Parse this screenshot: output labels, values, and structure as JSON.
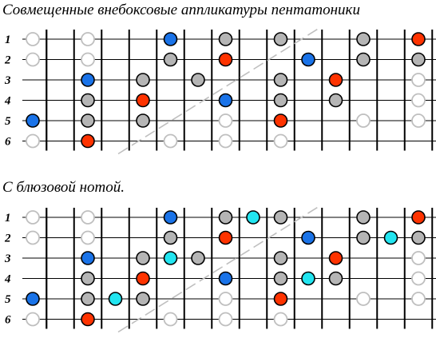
{
  "title_main": "Совмещенные внебоксовые аппликатуры пентатоники",
  "title_blues": "С блюзовой нотой.",
  "string_labels": [
    "1",
    "2",
    "3",
    "4",
    "5",
    "6"
  ],
  "colors": {
    "blue": "#1a73e8",
    "red": "#ff3300",
    "gray": "#b5b5b5",
    "cyan": "#22e5f0",
    "open": "#ffffff",
    "open_stroke": "#bfbfbf",
    "dash": "#bfbfbf"
  },
  "diagrams": [
    {
      "name": "pentatonic",
      "notes": [
        {
          "s": 1,
          "p": 0,
          "c": "open"
        },
        {
          "s": 1,
          "p": 2,
          "c": "open"
        },
        {
          "s": 1,
          "p": 5,
          "c": "blue"
        },
        {
          "s": 1,
          "p": 7,
          "c": "gray"
        },
        {
          "s": 1,
          "p": 9,
          "c": "gray"
        },
        {
          "s": 1,
          "p": 12,
          "c": "gray"
        },
        {
          "s": 1,
          "p": 14,
          "c": "red"
        },
        {
          "s": 2,
          "p": 0,
          "c": "open"
        },
        {
          "s": 2,
          "p": 2,
          "c": "open"
        },
        {
          "s": 2,
          "p": 5,
          "c": "gray"
        },
        {
          "s": 2,
          "p": 7,
          "c": "red"
        },
        {
          "s": 2,
          "p": 10,
          "c": "blue"
        },
        {
          "s": 2,
          "p": 12,
          "c": "gray"
        },
        {
          "s": 2,
          "p": 14,
          "c": "gray"
        },
        {
          "s": 3,
          "p": 2,
          "c": "blue"
        },
        {
          "s": 3,
          "p": 4,
          "c": "gray"
        },
        {
          "s": 3,
          "p": 6,
          "c": "gray"
        },
        {
          "s": 3,
          "p": 9,
          "c": "gray"
        },
        {
          "s": 3,
          "p": 11,
          "c": "red"
        },
        {
          "s": 3,
          "p": 14,
          "c": "open"
        },
        {
          "s": 4,
          "p": 2,
          "c": "gray"
        },
        {
          "s": 4,
          "p": 4,
          "c": "red"
        },
        {
          "s": 4,
          "p": 7,
          "c": "blue"
        },
        {
          "s": 4,
          "p": 9,
          "c": "gray"
        },
        {
          "s": 4,
          "p": 11,
          "c": "gray"
        },
        {
          "s": 4,
          "p": 14,
          "c": "open"
        },
        {
          "s": 5,
          "p": 0,
          "c": "blue"
        },
        {
          "s": 5,
          "p": 2,
          "c": "gray"
        },
        {
          "s": 5,
          "p": 4,
          "c": "gray"
        },
        {
          "s": 5,
          "p": 7,
          "c": "open"
        },
        {
          "s": 5,
          "p": 9,
          "c": "red"
        },
        {
          "s": 5,
          "p": 12,
          "c": "open"
        },
        {
          "s": 5,
          "p": 14,
          "c": "open"
        },
        {
          "s": 6,
          "p": 0,
          "c": "open"
        },
        {
          "s": 6,
          "p": 2,
          "c": "red"
        },
        {
          "s": 6,
          "p": 5,
          "c": "open"
        },
        {
          "s": 6,
          "p": 7,
          "c": "open"
        },
        {
          "s": 6,
          "p": 9,
          "c": "open"
        }
      ]
    },
    {
      "name": "blues",
      "notes": [
        {
          "s": 1,
          "p": 0,
          "c": "open"
        },
        {
          "s": 1,
          "p": 2,
          "c": "open"
        },
        {
          "s": 1,
          "p": 5,
          "c": "blue"
        },
        {
          "s": 1,
          "p": 7,
          "c": "gray"
        },
        {
          "s": 1,
          "p": 8,
          "c": "cyan"
        },
        {
          "s": 1,
          "p": 9,
          "c": "gray"
        },
        {
          "s": 1,
          "p": 12,
          "c": "gray"
        },
        {
          "s": 1,
          "p": 14,
          "c": "red"
        },
        {
          "s": 2,
          "p": 0,
          "c": "open"
        },
        {
          "s": 2,
          "p": 2,
          "c": "open"
        },
        {
          "s": 2,
          "p": 5,
          "c": "gray"
        },
        {
          "s": 2,
          "p": 7,
          "c": "red"
        },
        {
          "s": 2,
          "p": 10,
          "c": "blue"
        },
        {
          "s": 2,
          "p": 12,
          "c": "gray"
        },
        {
          "s": 2,
          "p": 13,
          "c": "cyan"
        },
        {
          "s": 2,
          "p": 14,
          "c": "gray"
        },
        {
          "s": 3,
          "p": 2,
          "c": "blue"
        },
        {
          "s": 3,
          "p": 4,
          "c": "gray"
        },
        {
          "s": 3,
          "p": 5,
          "c": "cyan"
        },
        {
          "s": 3,
          "p": 6,
          "c": "gray"
        },
        {
          "s": 3,
          "p": 9,
          "c": "gray"
        },
        {
          "s": 3,
          "p": 11,
          "c": "red"
        },
        {
          "s": 3,
          "p": 14,
          "c": "open"
        },
        {
          "s": 4,
          "p": 2,
          "c": "gray"
        },
        {
          "s": 4,
          "p": 4,
          "c": "red"
        },
        {
          "s": 4,
          "p": 7,
          "c": "blue"
        },
        {
          "s": 4,
          "p": 9,
          "c": "gray"
        },
        {
          "s": 4,
          "p": 10,
          "c": "cyan"
        },
        {
          "s": 4,
          "p": 11,
          "c": "gray"
        },
        {
          "s": 4,
          "p": 14,
          "c": "open"
        },
        {
          "s": 5,
          "p": 0,
          "c": "blue"
        },
        {
          "s": 5,
          "p": 2,
          "c": "gray"
        },
        {
          "s": 5,
          "p": 3,
          "c": "cyan"
        },
        {
          "s": 5,
          "p": 4,
          "c": "gray"
        },
        {
          "s": 5,
          "p": 7,
          "c": "open"
        },
        {
          "s": 5,
          "p": 9,
          "c": "red"
        },
        {
          "s": 5,
          "p": 12,
          "c": "open"
        },
        {
          "s": 5,
          "p": 14,
          "c": "open"
        },
        {
          "s": 6,
          "p": 0,
          "c": "open"
        },
        {
          "s": 6,
          "p": 2,
          "c": "red"
        },
        {
          "s": 6,
          "p": 5,
          "c": "open"
        },
        {
          "s": 6,
          "p": 7,
          "c": "open"
        },
        {
          "s": 6,
          "p": 9,
          "c": "open"
        }
      ]
    }
  ]
}
